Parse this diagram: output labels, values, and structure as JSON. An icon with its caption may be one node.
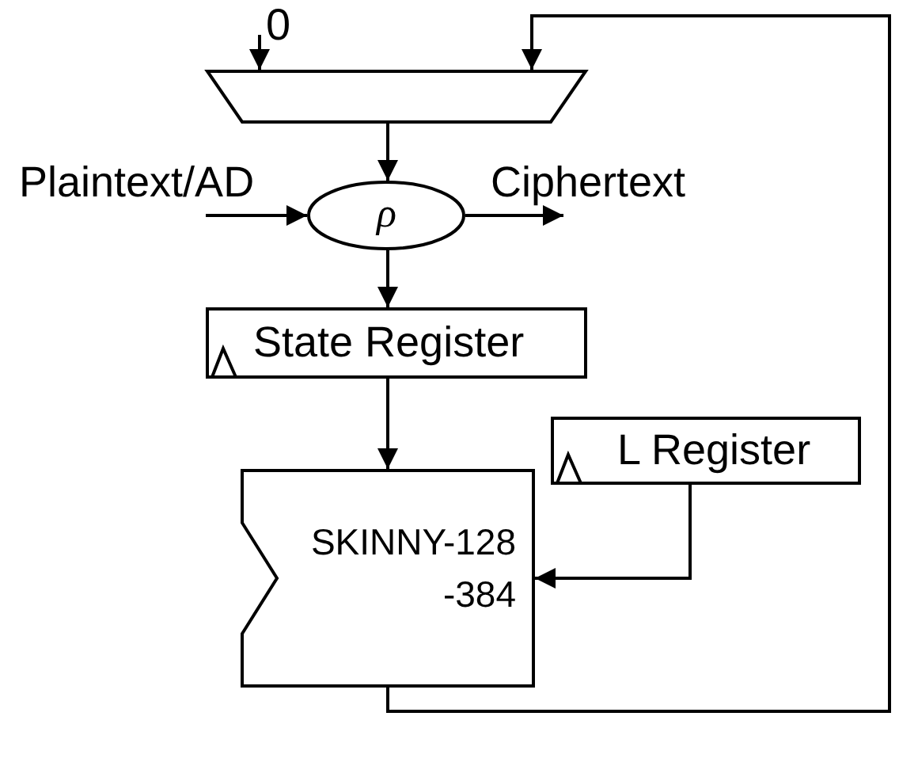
{
  "diagram": {
    "nodes": [
      {
        "text": [
          "0"
        ]
      },
      {
        "text": [],
        "shape": "trapezoid"
      },
      {
        "text": [
          "Plaintext/AD"
        ]
      },
      {
        "text": [
          "ρ"
        ]
      },
      {
        "text": [
          "Ciphertext"
        ]
      },
      {
        "text": [
          "State Register"
        ]
      },
      {
        "text": [
          "SKINNY-128 -384"
        ]
      },
      {
        "text": [
          "L Register"
        ]
      }
    ],
    "edges": [
      {
        "from": 0,
        "to": 1,
        "arrow": "to"
      },
      {
        "from": 1,
        "to": 3,
        "arrow": "to"
      },
      {
        "from": 2,
        "to": 3,
        "arrow": "to"
      },
      {
        "from": 3,
        "to": 4,
        "arrow": "to"
      },
      {
        "from": 3,
        "to": 5,
        "arrow": "to"
      },
      {
        "from": 5,
        "to": 6,
        "arrow": "to"
      },
      {
        "from": 7,
        "to": 6,
        "arrow": "to"
      },
      {
        "from": 6,
        "to": 1,
        "arrow": "to"
      }
    ]
  }
}
